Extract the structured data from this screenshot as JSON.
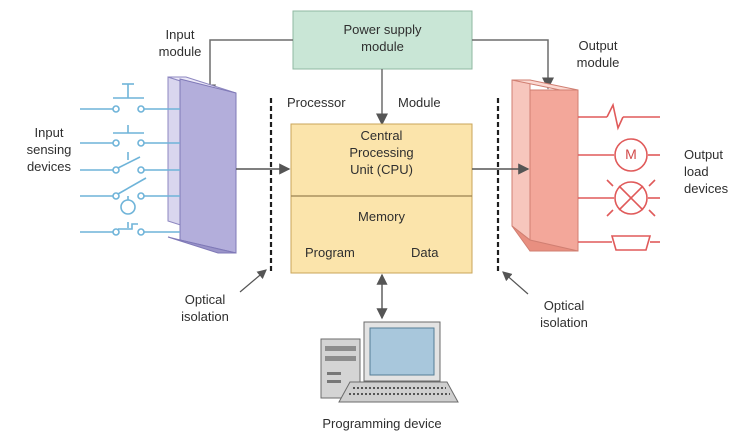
{
  "power_supply": {
    "line1": "Power supply",
    "line2": "module"
  },
  "input_module": {
    "line1": "Input",
    "line2": "module"
  },
  "output_module": {
    "line1": "Output",
    "line2": "module"
  },
  "processor_module": {
    "word1": "Processor",
    "word2": "Module"
  },
  "cpu": {
    "line1": "Central",
    "line2": "Processing",
    "line3": "Unit (CPU)"
  },
  "memory": {
    "title": "Memory",
    "program": "Program",
    "data": "Data"
  },
  "input_devices": {
    "line1": "Input",
    "line2": "sensing",
    "line3": "devices"
  },
  "output_devices": {
    "line1": "Output",
    "line2": "load",
    "line3": "devices",
    "motor_symbol": "M"
  },
  "optical_isolation_left": {
    "line1": "Optical",
    "line2": "isolation"
  },
  "optical_isolation_right": {
    "line1": "Optical",
    "line2": "isolation"
  },
  "programming_device": {
    "label": "Programming device"
  },
  "colors": {
    "power": "#c9e6d6",
    "cpu": "#fbe4ab",
    "input_module": "#b3aedb",
    "output_module": "#f3a79a",
    "input_wires": "#6fb4d9",
    "output_wires": "#e05a5a"
  }
}
